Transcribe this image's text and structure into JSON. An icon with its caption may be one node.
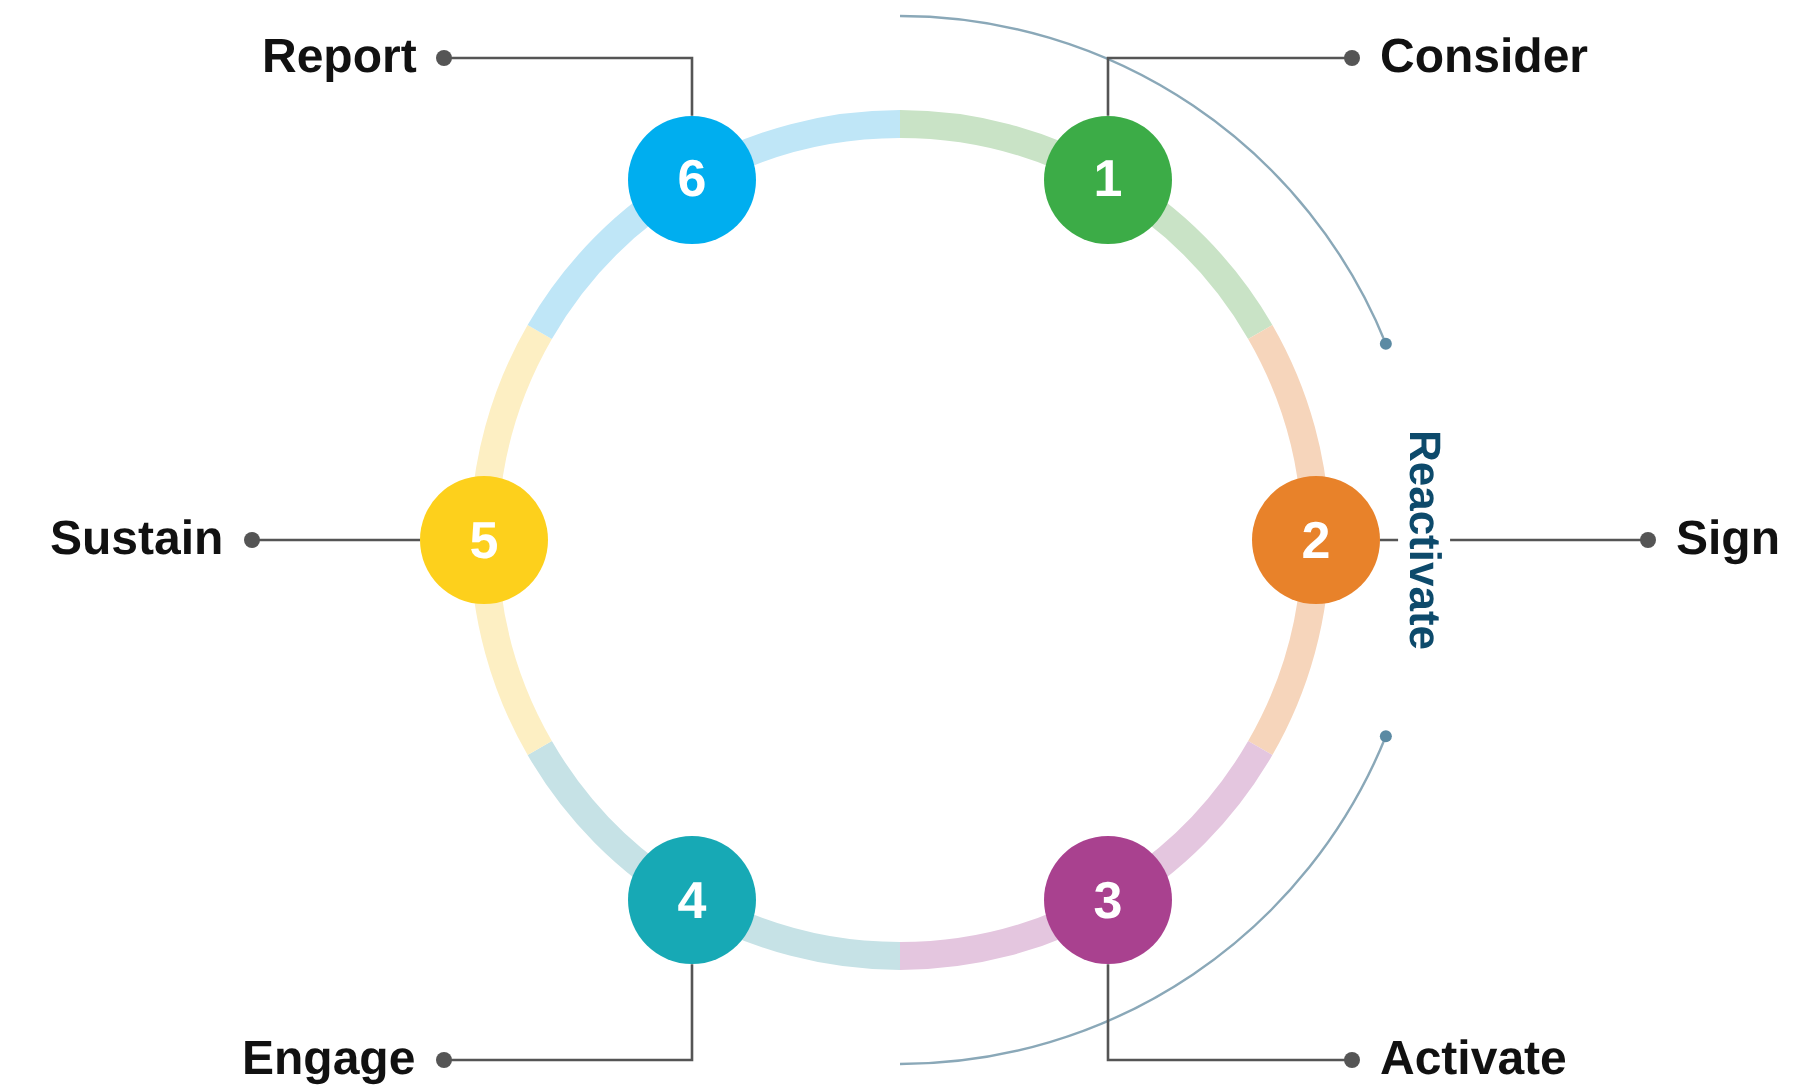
{
  "diagram": {
    "nodes": [
      {
        "text": [
          "1"
        ]
      },
      {
        "text": [
          "2"
        ]
      },
      {
        "text": [
          "3"
        ]
      },
      {
        "text": [
          "4"
        ]
      },
      {
        "text": [
          "5"
        ]
      },
      {
        "text": [
          "6"
        ]
      },
      {
        "text": [
          "Consider"
        ]
      },
      {
        "text": [
          "Sign"
        ]
      },
      {
        "text": [
          "Activate"
        ]
      },
      {
        "text": [
          "Engage"
        ]
      },
      {
        "text": [
          "Sustain"
        ]
      },
      {
        "text": [
          "Report"
        ]
      }
    ],
    "edges": [
      {
        "from": 6,
        "to": 0,
        "arrow": "other"
      },
      {
        "from": 7,
        "to": 1,
        "arrow": "other"
      },
      {
        "from": 8,
        "to": 2,
        "arrow": "other"
      },
      {
        "from": 9,
        "to": 3,
        "arrow": "other"
      },
      {
        "from": 10,
        "to": 4,
        "arrow": "other"
      },
      {
        "from": 11,
        "to": 5,
        "arrow": "other"
      }
    ],
    "labels": [
      "Reactivate"
    ]
  }
}
